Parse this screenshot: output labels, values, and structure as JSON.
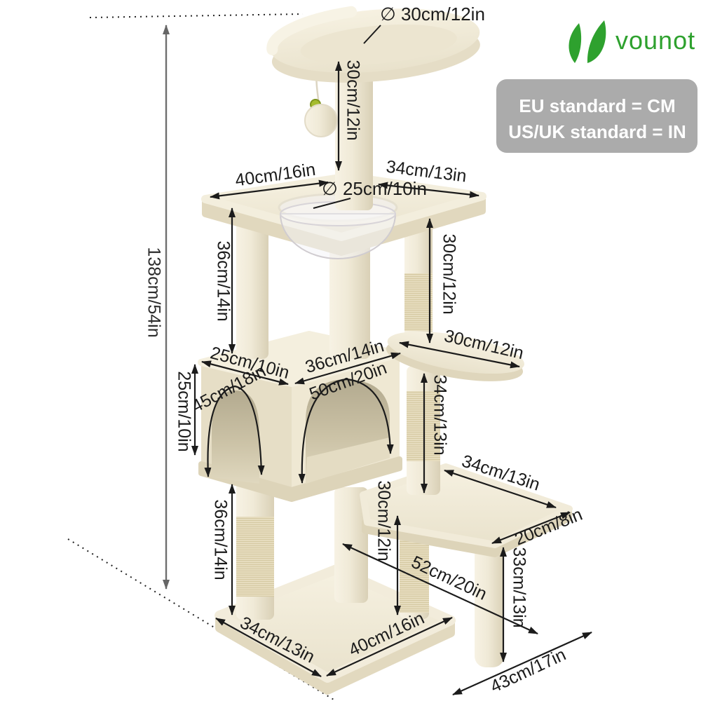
{
  "brand": {
    "name": "vounot",
    "logo_color": "#2ea12e"
  },
  "badge": {
    "line1": "EU standard = CM",
    "line2": "US/UK standard = IN",
    "bg_color": "#ababab",
    "text_color": "#ffffff"
  },
  "product": {
    "type": "cat-tree-dimension-diagram",
    "body_color": "#f2ecda"
  },
  "dimensions": {
    "top_perch_diameter": "∅ 30cm/12in",
    "top_post_height": "30cm/12in",
    "platform_width": "40cm/16in",
    "platform_depth": "34cm/13in",
    "bowl_diameter": "∅ 25cm/10in",
    "left_post_height": "36cm/14in",
    "right_post_height": "30cm/12in",
    "side_perch_length": "30cm/12in",
    "house_top_left_edge": "25cm/10in",
    "house_top_right_edge": "36cm/14in",
    "right_arch_width": "50cm/20in",
    "left_arch_width": "45cm/18in",
    "house_height": "25cm/10in",
    "middle_post_height": "34cm/13in",
    "step_length": "34cm/13in",
    "step_depth": "20cm/8in",
    "rear_leg_height": "33cm/13in",
    "lower_left_post_height": "36cm/14in",
    "lower_middle_post_height": "30cm/12in",
    "base_diagonal": "52cm/20in",
    "base_left_edge": "34cm/13in",
    "base_front_edge": "40cm/16in",
    "floor_depth": "43cm/17in",
    "total_height": "138cm/54in"
  }
}
